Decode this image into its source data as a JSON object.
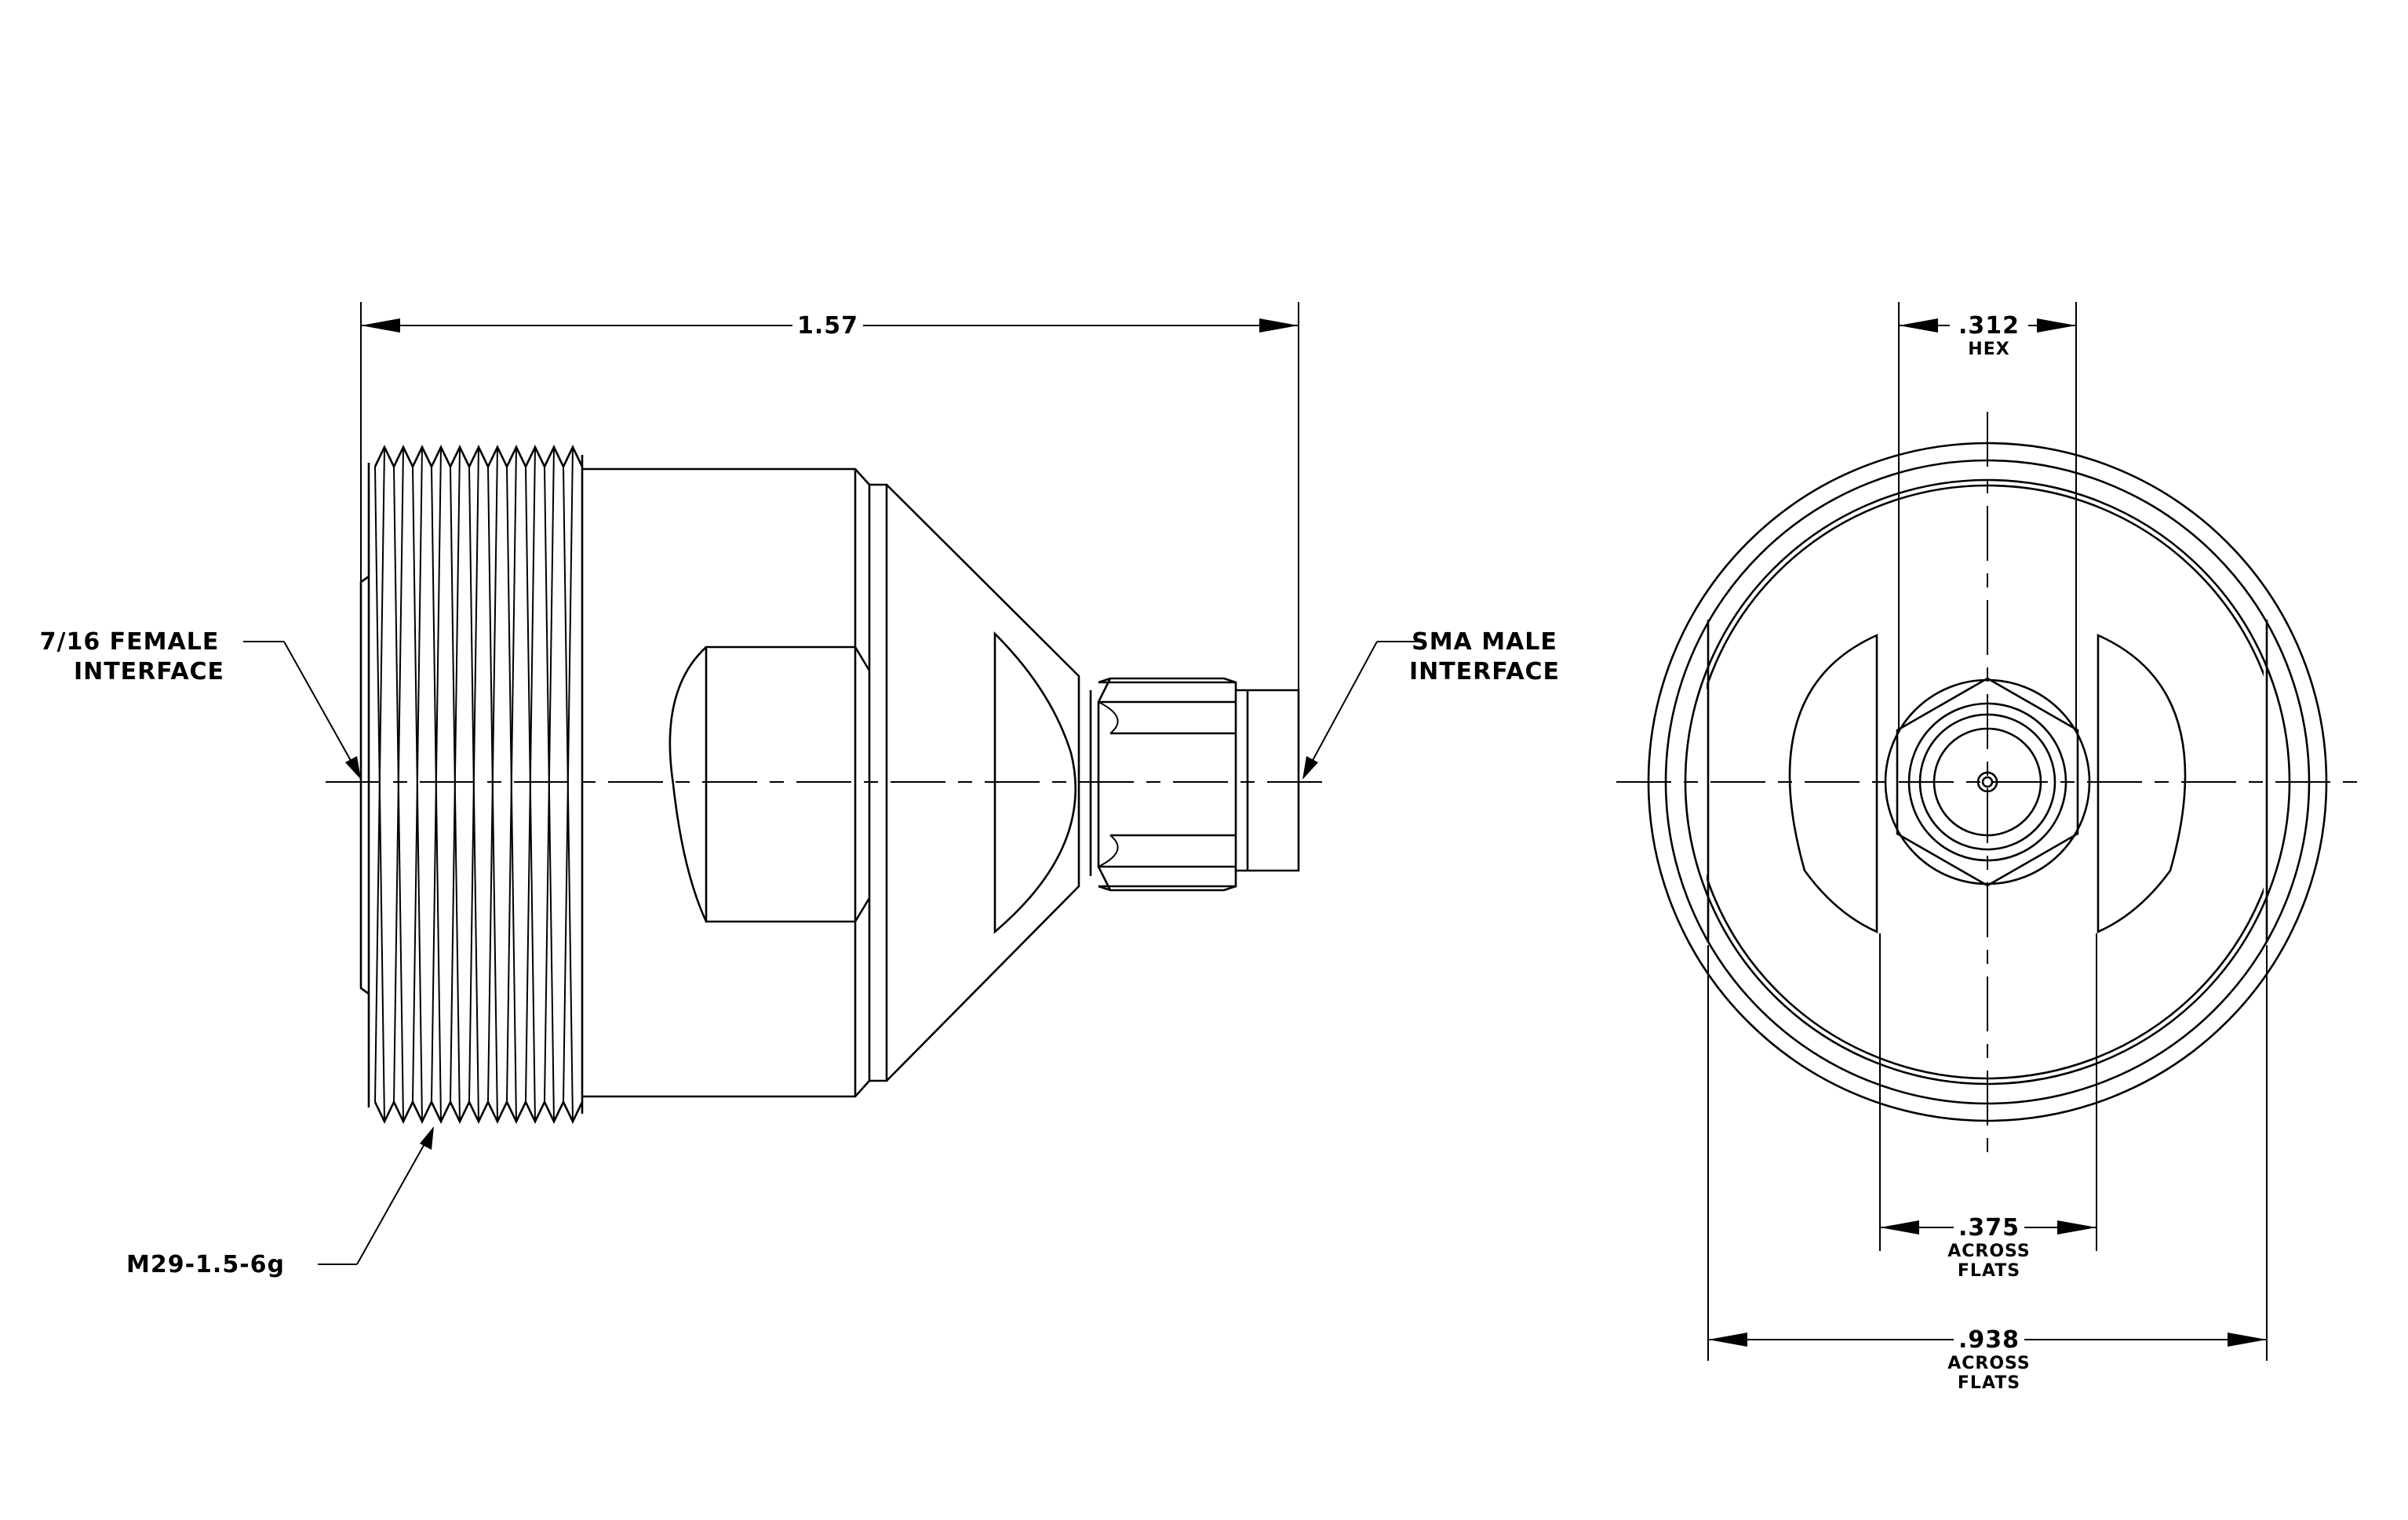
{
  "drawing": {
    "side_view": {
      "overall_length": "1.57",
      "female_label_line1": "7/16 FEMALE",
      "female_label_line2": "INTERFACE",
      "male_label_line1": "SMA MALE",
      "male_label_line2": "INTERFACE",
      "thread_callout": "M29-1.5-6g"
    },
    "end_view": {
      "hex_dim": ".312",
      "hex_note": "HEX",
      "flats_small_dim": ".375",
      "flats_large_dim": ".938",
      "flats_note_line1": "ACROSS",
      "flats_note_line2": "FLATS"
    }
  }
}
